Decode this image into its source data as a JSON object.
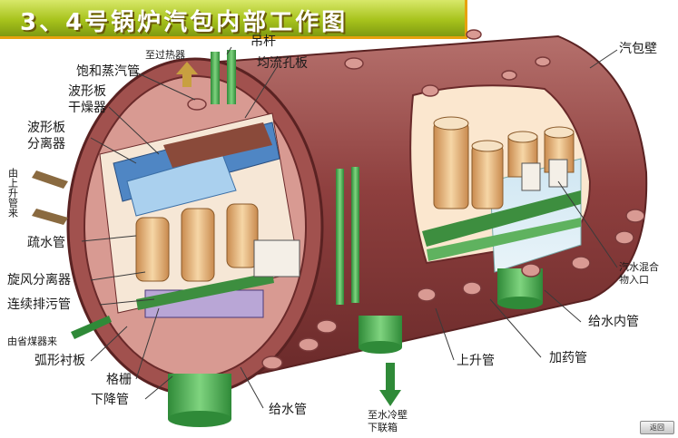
{
  "title": "3、4号锅炉汽包内部工作图",
  "labels": {
    "steam_to_superheater": "至过热器",
    "saturated_steam_pipe": "饱和蒸汽管",
    "hanger_rod": "吊杆",
    "perforated_plate": "均流孔板",
    "drum_wall": "汽包壁",
    "corrugated_dryer_1": "波形板",
    "corrugated_dryer_2": "干燥器",
    "corrugated_separator_1": "波形板",
    "corrugated_separator_2": "分离器",
    "from_riser_vertical": "由上升管来",
    "drain_pipe": "疏水管",
    "cyclone_separator": "旋风分离器",
    "continuous_blowdown": "连续排污管",
    "from_economizer": "由省煤器来",
    "arc_liner": "弧形衬板",
    "grille": "格栅",
    "downcomer": "下降管",
    "feedwater_pipe": "给水管",
    "to_waterwall_header_1": "至水冷壁",
    "to_waterwall_header_2": "下联箱",
    "riser_pipe": "上升管",
    "chemical_dosing": "加药管",
    "feedwater_inner_pipe": "给水内管",
    "mixture_inlet_1": "汽水混合",
    "mixture_inlet_2": "物入口"
  },
  "corner_button": "返回",
  "colors": {
    "drum_shell": "#8a3a3a",
    "drum_shell_light": "#b26a66",
    "pipe_pink": "#d99a93",
    "pipe_green": "#4faf50",
    "separator_tan": "#e0b27a",
    "title_bg": "#a7c31c",
    "title_border": "#e7a20d"
  }
}
